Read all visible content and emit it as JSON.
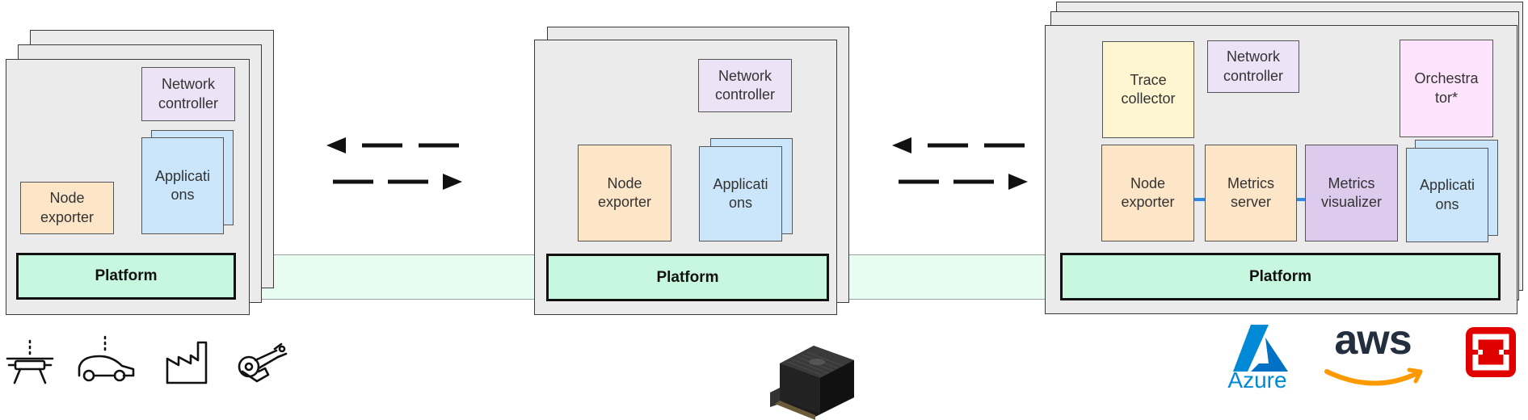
{
  "colors": {
    "frame_bg": "#ebebeb",
    "platform": "#c8f7df",
    "platform_band": "#e8fcf2",
    "network_controller": "#ece3f6",
    "node_exporter": "#fde5c8",
    "applications": "#cbe6fb",
    "trace_collector": "#fdf6d1",
    "orchestrator": "#fde3fb",
    "metrics_visualizer": "#dccbec",
    "connector": "#2a8ae6",
    "azure": "#0089d6",
    "aws_smile": "#ff9900",
    "openshift": "#e00000"
  },
  "left_node": {
    "network_controller": "Network controller",
    "applications": "Applicati ons",
    "node_exporter": "Node exporter",
    "platform": "Platform",
    "icons": [
      "drone-icon",
      "car-icon",
      "factory-icon",
      "robot-arm-icon"
    ]
  },
  "middle_node": {
    "network_controller": "Network controller",
    "node_exporter": "Node exporter",
    "applications": "Applicati ons",
    "platform": "Platform",
    "icons": [
      "edge-device-icon"
    ]
  },
  "right_node": {
    "trace_collector": "Trace collector",
    "network_controller": "Network controller",
    "orchestrator": "Orchestra tor*",
    "node_exporter": "Node exporter",
    "metrics_server": "Metrics server",
    "metrics_visualizer": "Metrics visualizer",
    "applications": "Applicati ons",
    "platform": "Platform",
    "logos": {
      "azure": "Azure",
      "aws": "aws"
    }
  },
  "arrows": [
    "bidirectional-dashed-arrows-left",
    "bidirectional-dashed-arrows-right"
  ]
}
